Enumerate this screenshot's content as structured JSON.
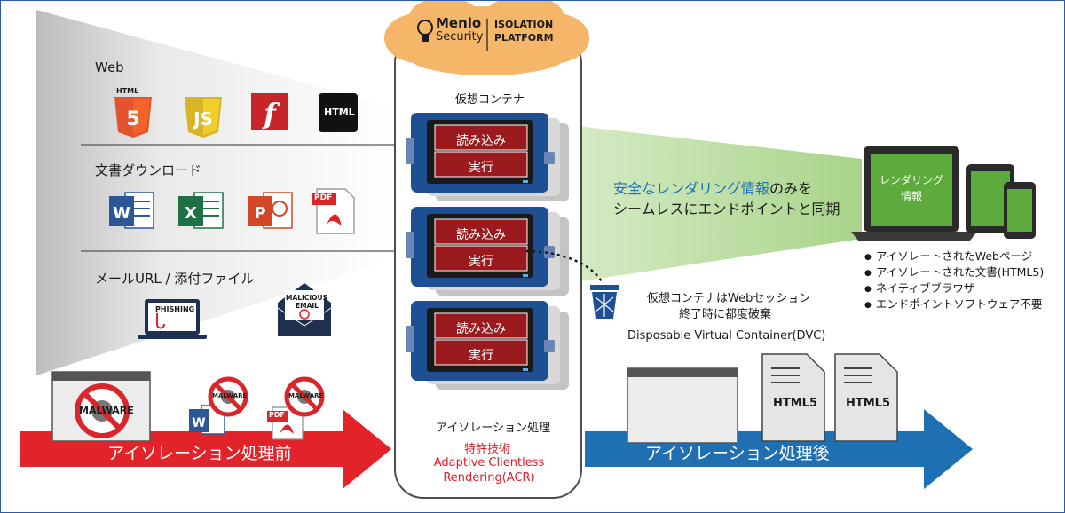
{
  "header": {
    "brand_line1": "Menlo",
    "brand_line2": "Security",
    "platform_line1": "ISOLATION",
    "platform_line2": "PLATFORM"
  },
  "left": {
    "web_label": "Web",
    "web_icons": [
      "html5-icon",
      "javascript-icon",
      "flash-icon",
      "html-icon"
    ],
    "html5_text": "HTML",
    "html_text": "HTML",
    "docs_label": "文書ダウンロード",
    "doc_icons": [
      "word-icon",
      "excel-icon",
      "powerpoint-icon",
      "pdf-icon"
    ],
    "pdf_text": "PDF",
    "mail_label": "メールURL / 添付ファイル",
    "phishing_text": "PHISHING",
    "malicious_line1": "MALICIOUS",
    "malicious_line2": "EMAIL",
    "malware_text": "MALWARE",
    "before_arrow": "アイソレーション処理前"
  },
  "center": {
    "container_title": "仮想コンテナ",
    "read_label": "読み込み",
    "exec_label": "実行",
    "isolation_label": "アイソレーション処理",
    "patent_label": "特許技術",
    "acr_line1": "Adaptive Clientless",
    "acr_line2": "Rendering(ACR)"
  },
  "right": {
    "render_line1_hl": "安全なレンダリング情報",
    "render_line1_rest": "のみを",
    "render_line2": "シームレスにエンドポイントと同期",
    "laptop_line1": "レンダリング",
    "laptop_line2": "情報",
    "bullets": [
      "アイソレートされたWebページ",
      "アイソレートされた文書(HTML5)",
      "ネイティブブラウザ",
      "エンドポイントソフトウェア不要"
    ],
    "dispose_line1": "仮想コンテナはWebセッション",
    "dispose_line2": "終了時に都度破棄",
    "dvc_label": "Disposable Virtual Container(DVC)",
    "html5_doc": "HTML5",
    "after_arrow": "アイソレーション処理後"
  },
  "colors": {
    "red": "#e3232a",
    "blue": "#1f6fb3",
    "navy": "#1f4f93",
    "cloud": "#f6b66a",
    "green": "#5cab3c",
    "darkred": "#9a1a1e"
  }
}
